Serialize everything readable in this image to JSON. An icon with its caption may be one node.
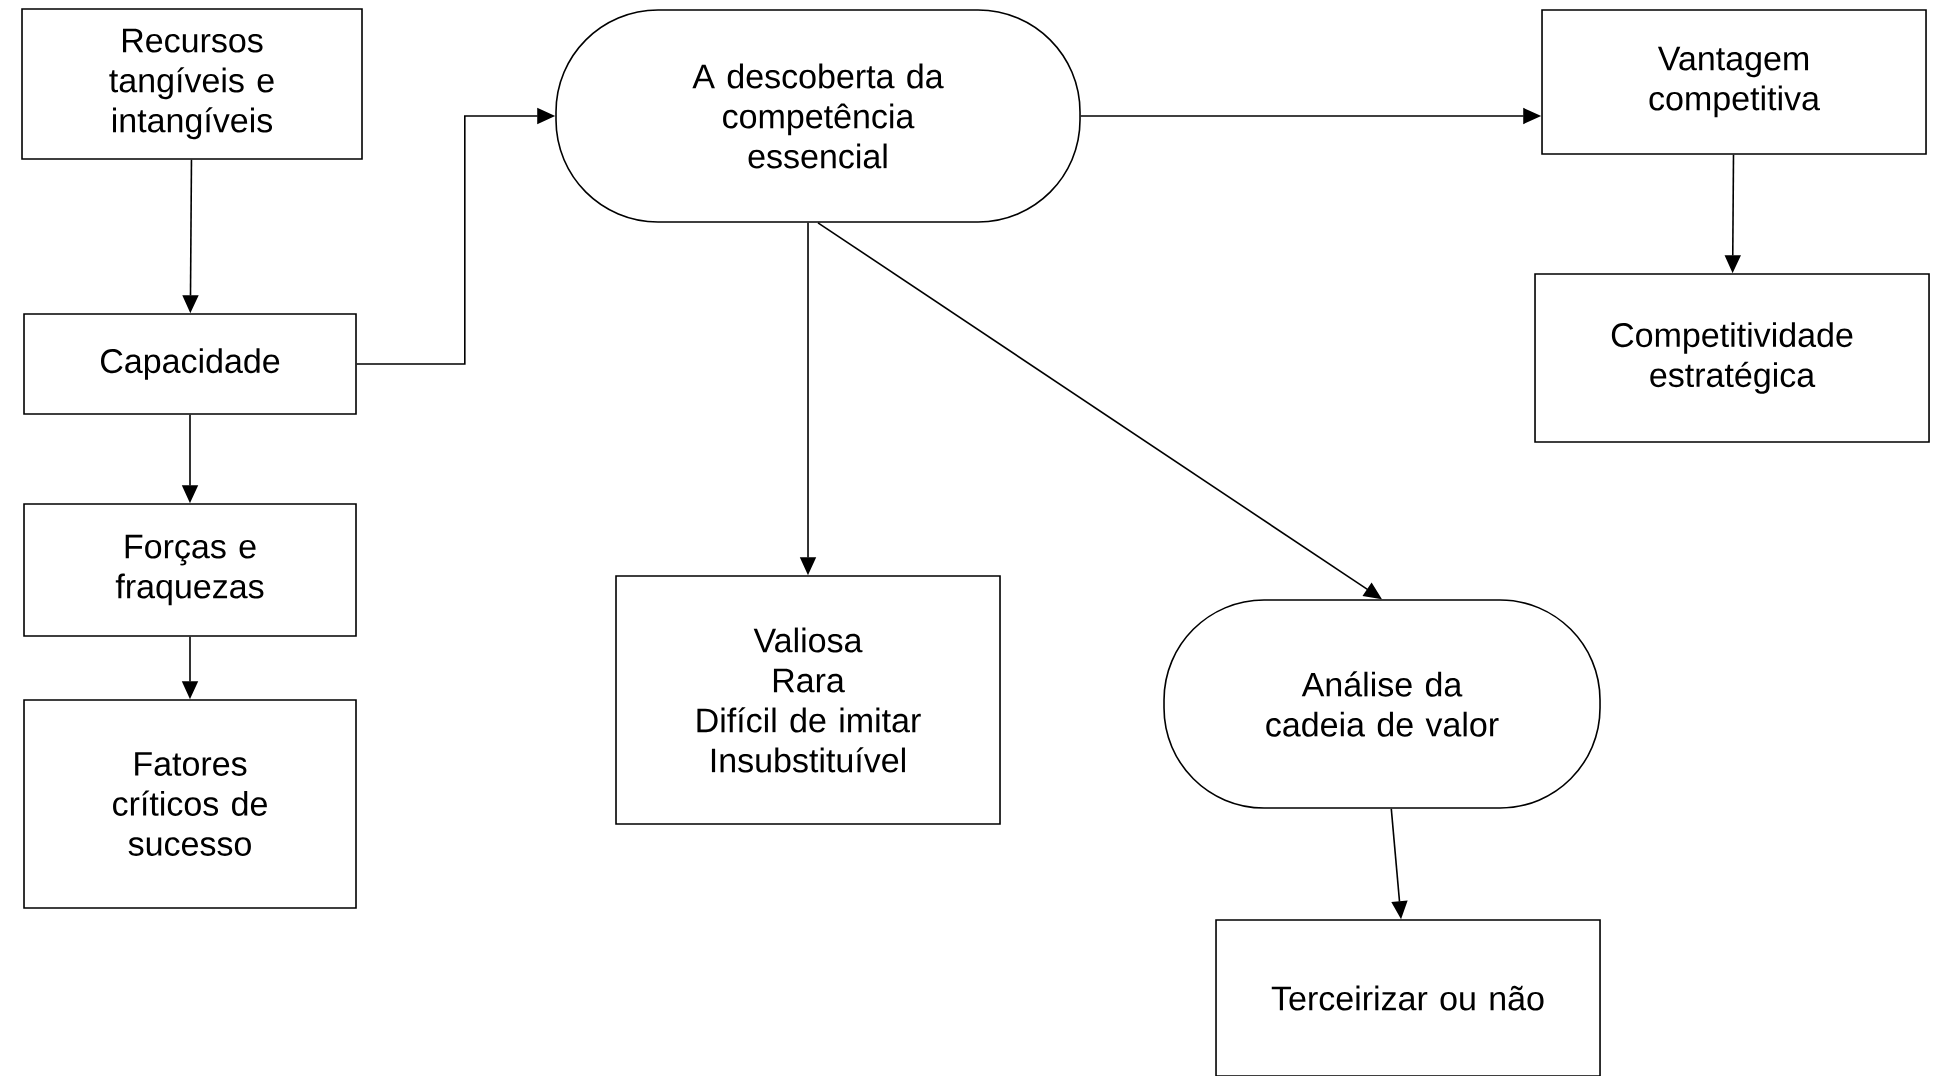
{
  "diagram": {
    "nodes": [
      {
        "text": [
          "Recursos tangíveis e intangíveis"
        ]
      },
      {
        "text": [
          "Capacidade"
        ]
      },
      {
        "text": [
          "Forças e fraquezas"
        ]
      },
      {
        "text": [
          "Fatores críticos de sucesso"
        ]
      },
      {
        "text": [
          "A descoberta da competência essencial"
        ]
      },
      {
        "text": [
          "Vantagem competitiva"
        ]
      },
      {
        "text": [
          "Competitividade estratégica"
        ]
      },
      {
        "text": [
          "Valiosa",
          "Rara",
          "Difícil de imitar",
          "Insubstituível"
        ]
      },
      {
        "text": [
          "Análise da cadeia de valor"
        ]
      },
      {
        "text": [
          "Terceirizar ou não"
        ]
      }
    ],
    "edges": [
      {
        "from": 0,
        "to": 1,
        "arrow": "to"
      },
      {
        "from": 1,
        "to": 2,
        "arrow": "to"
      },
      {
        "from": 2,
        "to": 3,
        "arrow": "to"
      },
      {
        "from": 1,
        "to": 4,
        "arrow": "to"
      },
      {
        "from": 4,
        "to": 5,
        "arrow": "to"
      },
      {
        "from": 5,
        "to": 6,
        "arrow": "to"
      },
      {
        "from": 4,
        "to": 7,
        "arrow": "to"
      },
      {
        "from": 4,
        "to": 8,
        "arrow": "to"
      },
      {
        "from": 8,
        "to": 9,
        "arrow": "to"
      }
    ]
  }
}
